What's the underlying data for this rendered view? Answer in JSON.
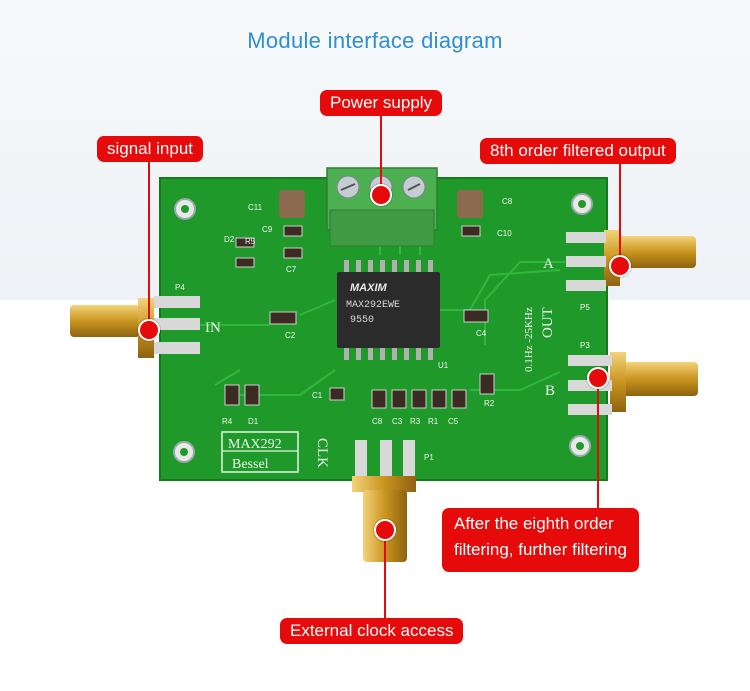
{
  "title": "Module interface diagram",
  "labels": {
    "power_supply": "Power supply",
    "signal_input": "signal input",
    "filtered_output": "8th order filtered output",
    "further_filtering_line1": "After the eighth order",
    "further_filtering_line2": "filtering, further filtering",
    "external_clock": "External clock access"
  },
  "board": {
    "chip_brand": "MAXIM",
    "chip_part": "MAX292EWE",
    "chip_code": "9550",
    "silk_max292": "MAX292",
    "silk_bessel": "Bessel",
    "silk_clk": "CLK",
    "silk_in": "IN",
    "silk_out": "OUT",
    "silk_a": "A",
    "silk_b": "B",
    "silk_range": "0.1Hz  -25KHz",
    "silk_p1": "P1",
    "silk_p3": "P3",
    "silk_p4": "P4",
    "silk_p5": "P5",
    "silk_u1": "U1",
    "silk_c1": "C1",
    "silk_c2": "C2",
    "silk_c3": "C3",
    "silk_c4": "C4",
    "silk_c5": "C5",
    "silk_c7": "C7",
    "silk_c8": "C8",
    "silk_c9": "C9",
    "silk_c10": "C10",
    "silk_c11": "C11",
    "silk_d1": "D1",
    "silk_d2": "D2",
    "silk_r1": "R1",
    "silk_r2": "R2",
    "silk_r3": "R3",
    "silk_r4": "R4",
    "silk_r5": "R5"
  },
  "colors": {
    "accent": "#e60a0a",
    "title": "#2f8fd4",
    "pcb": "#1f9a2a",
    "terminal": "#4caf50",
    "gold": "#d4a531"
  }
}
